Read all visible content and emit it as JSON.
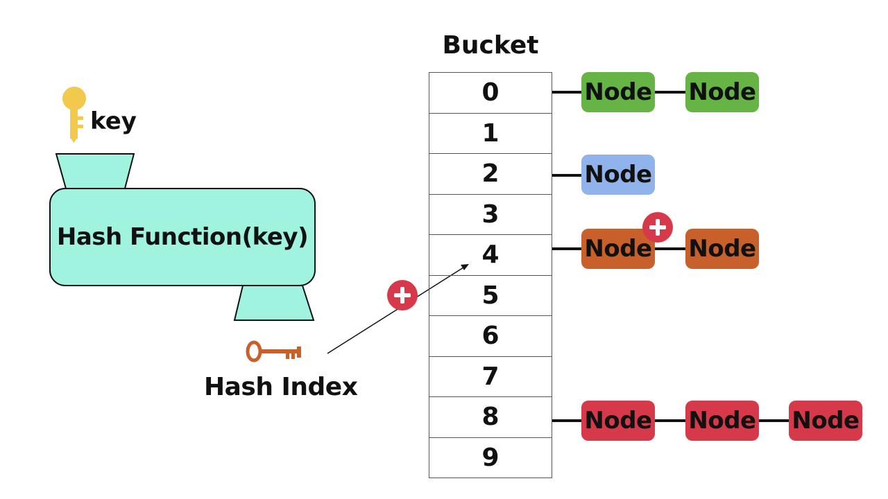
{
  "key_label": "key",
  "hash_function_label": "Hash Function(key)",
  "hash_index_label": "Hash Index",
  "bucket_title": "Bucket",
  "buckets": [
    "0",
    "1",
    "2",
    "3",
    "4",
    "5",
    "6",
    "7",
    "8",
    "9"
  ],
  "node_label": "Node",
  "chains": {
    "bucket_0": [
      "Node",
      "Node"
    ],
    "bucket_2": [
      "Node"
    ],
    "bucket_4": [
      "Node",
      "Node"
    ],
    "bucket_8": [
      "Node",
      "Node",
      "Node"
    ]
  },
  "colors": {
    "machine_fill": "#9ff3df",
    "golden_key": "#f2c94c",
    "copper_key": "#c8602c",
    "green_node": "#66b446",
    "blue_node": "#8fb3ea",
    "orange_node": "#c8602c",
    "red_node": "#d63a4a",
    "plus_badge": "#d63a4a"
  },
  "icons": [
    "golden-key-icon",
    "copper-key-icon",
    "plus-badge-icon"
  ]
}
